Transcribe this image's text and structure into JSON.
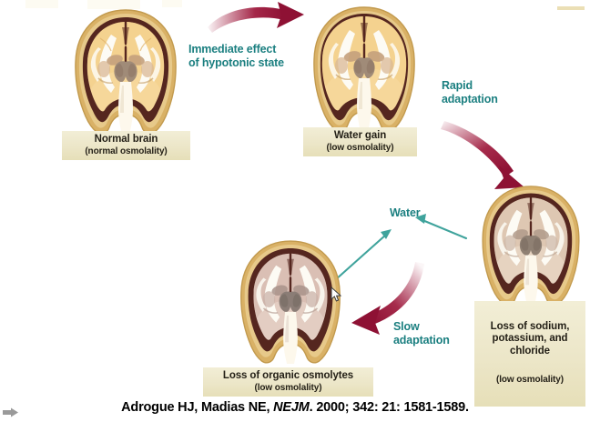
{
  "figure": {
    "title_citation_plain": "Adrogue HJ, Madias NE, NEJM. 2000; 342: 21: 1581-1589.",
    "citation_prefix": "Adrogue HJ, Madias NE, ",
    "citation_italic": "NEJM",
    "citation_suffix": ". 2000; 342: 21: 1581-1589."
  },
  "colors": {
    "teal_text": "#1b7f80",
    "teal_arrow": "#3fa39c",
    "crimson_arrow": "#9c1438",
    "caption_bg": "#ece6c8",
    "skull": "#d9b166",
    "dura": "#55261f",
    "brain_normal": "#f6d79a",
    "brain_adapted": "#ddbdb0",
    "white_matter": "#fdfbf4"
  },
  "nodes": [
    {
      "id": "normal-brain",
      "caption_main": "Normal brain",
      "caption_sub": "(normal osmolality)",
      "brain_state": "normal"
    },
    {
      "id": "water-gain",
      "caption_main": "Water gain",
      "caption_sub": "(low osmolality)",
      "brain_state": "swollen"
    },
    {
      "id": "loss-of-electrolytes",
      "caption_main": "Loss of sodium,\npotassium, and\nchloride",
      "caption_sub": "(low osmolality)",
      "brain_state": "electrolyte-loss"
    },
    {
      "id": "loss-of-osmolytes",
      "caption_main": "Loss of organic osmolytes",
      "caption_sub": "(low osmolality)",
      "brain_state": "osmolyte-loss"
    }
  ],
  "process_labels": [
    {
      "id": "immediate-effect",
      "text": "Immediate effect\nof hypotonic state"
    },
    {
      "id": "rapid-adaptation",
      "text": "Rapid\nadaptation"
    },
    {
      "id": "slow-adaptation",
      "text": "Slow\nadaptation"
    },
    {
      "id": "water-efflux",
      "text": "Water"
    }
  ]
}
